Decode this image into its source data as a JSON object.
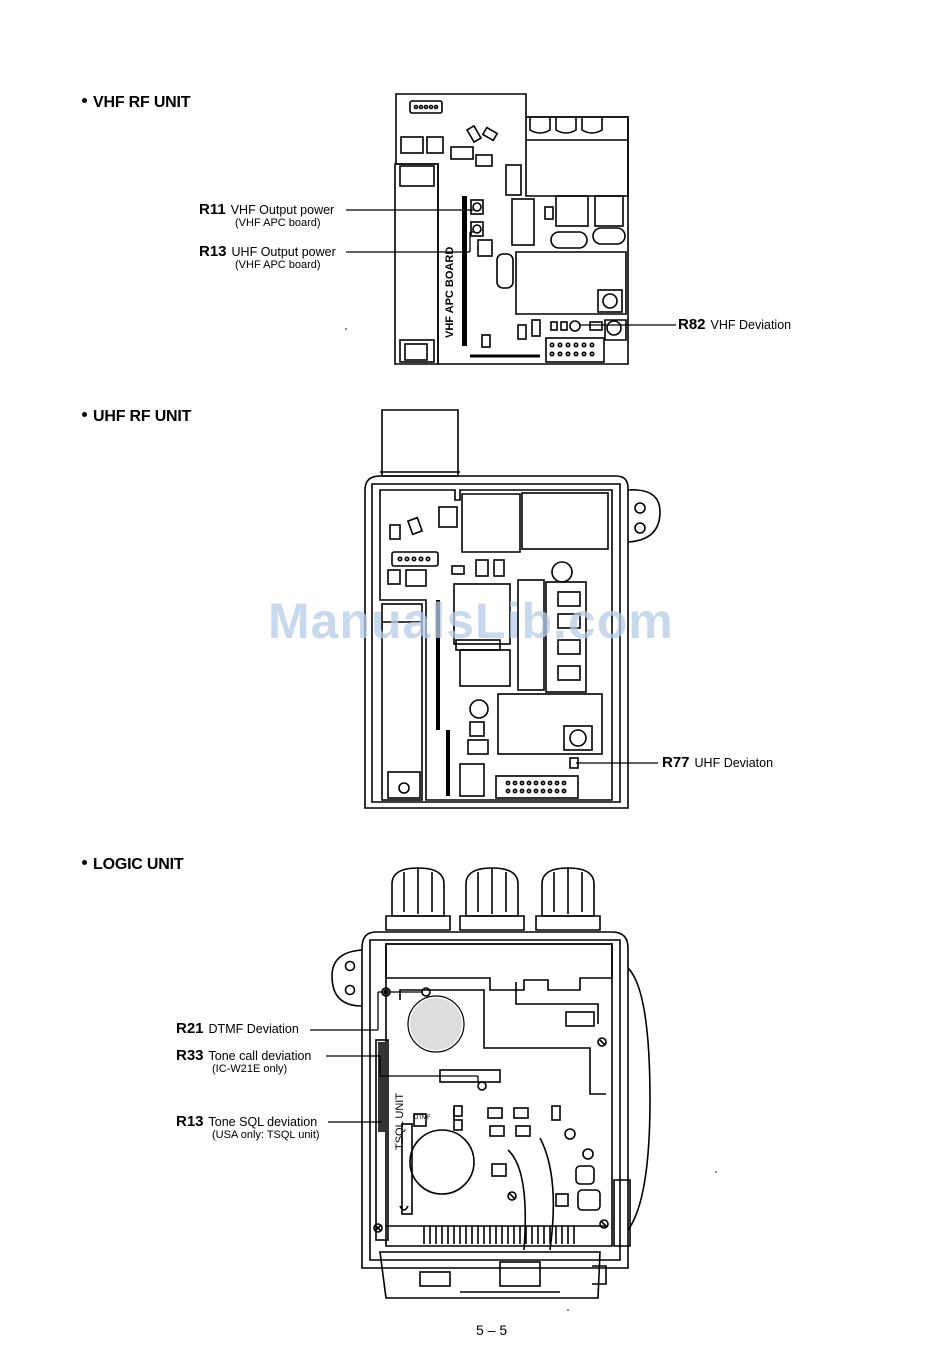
{
  "sections": {
    "vhf": "VHF RF UNIT",
    "uhf": "UHF RF UNIT",
    "logic": "LOGIC UNIT"
  },
  "callouts": {
    "r11": {
      "ref": "R11",
      "text": "VHF Output power",
      "sub": "(VHF APC board)"
    },
    "r13_vhf": {
      "ref": "R13",
      "text": "UHF Output power",
      "sub": "(VHF APC board)"
    },
    "r82": {
      "ref": "R82",
      "text": "VHF Deviation"
    },
    "r77": {
      "ref": "R77",
      "text": "UHF Deviaton"
    },
    "r21": {
      "ref": "R21",
      "text": "DTMF Deviation"
    },
    "r33": {
      "ref": "R33",
      "text": "Tone call deviation",
      "sub": "(IC-W21E only)"
    },
    "r13_logic": {
      "ref": "R13",
      "text": "Tone SQL deviation",
      "sub": "(USA only: TSQL unit)"
    }
  },
  "board_labels": {
    "vhf_apc": "VHF APC BOARD",
    "tsql": "TSQL UNIT",
    "dtmf_chip": "DTMF"
  },
  "watermark": "ManualsLib.com",
  "page_number": "5 – 5"
}
